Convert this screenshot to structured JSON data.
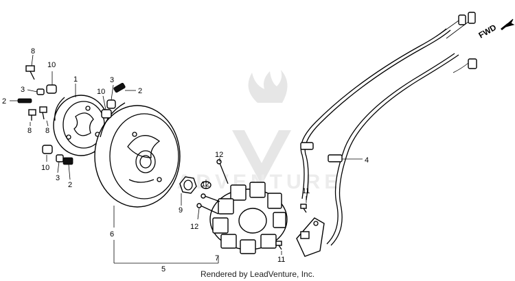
{
  "watermark_text": "ADVENTURE",
  "direction_label": "FWD",
  "footer_text": "Rendered by LeadVenture, Inc.",
  "callouts": {
    "c1": "1",
    "c2a": "2",
    "c2b": "2",
    "c2c": "2",
    "c3a": "3",
    "c3b": "3",
    "c3c": "3",
    "c4": "4",
    "c5": "5",
    "c6": "6",
    "c7": "7",
    "c8a": "8",
    "c8b": "8",
    "c8c": "8",
    "c9": "9",
    "c10a": "10",
    "c10b": "10",
    "c10c": "10",
    "c11a": "11",
    "c11b": "11",
    "c12a": "12",
    "c12b": "12",
    "c12c": "12"
  }
}
